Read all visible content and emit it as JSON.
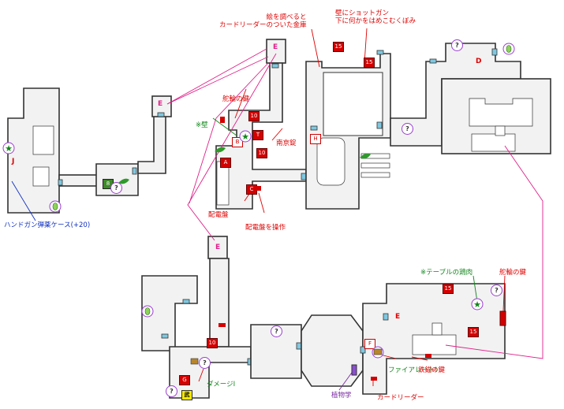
{
  "labels": {
    "painting": "絵を調べると\nカードリーダーのついた金庫",
    "shotgun": "壁にショットガン\n下に何かをはめこむくぼみ",
    "helm_key_top": "舵輪の鍵",
    "wall_note": "※壁",
    "nankin": "南京錠",
    "panel1": "配電盤",
    "panel2": "配電盤を操作",
    "handgun_ammo": "ハンドガン弾薬ケース(+20)",
    "table_chicken": "※テーブルの鶏肉",
    "helm_key_right": "舵輪の鍵",
    "anchor_key": "鉄錨の鍵",
    "fire_plate": "ファイアレートⅠ",
    "damage": "ダメージⅠ",
    "botany": "植物学",
    "card_reader": "カードリーダー"
  },
  "room_letters": {
    "J": "J",
    "E_top": "E",
    "E_mid": "E",
    "E_low": "E",
    "E_right": "E",
    "D": "D",
    "H": "H",
    "B": "B",
    "A": "A",
    "C": "C",
    "F": "F",
    "G": "G",
    "T": "T"
  },
  "tags": {
    "t15a": "15",
    "t15b": "15",
    "t15c": "15",
    "t15d": "15",
    "t10a": "10",
    "t10b": "10",
    "t10c": "10",
    "weapon": "武",
    "save": "8"
  },
  "question": "?",
  "colors": {
    "wall": "#333333",
    "floor": "#f2f2f2",
    "door": "#6fbcd6",
    "accent": "#e00000",
    "pink": "#e0208a"
  }
}
